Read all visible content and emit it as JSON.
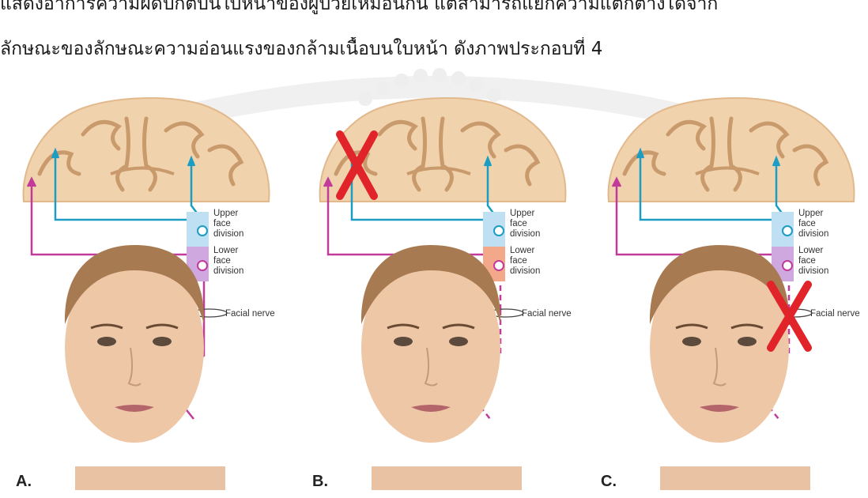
{
  "text": {
    "line1": "แสดงอาการความผิดปกติบนใบหน้าของผู้ป่วยเหมือนกัน แต่สามารถแยกความแตกต่างได้จาก",
    "line2": "ลักษณะของลักษณะความอ่อนแรงของกล้ามเนื้อบนใบหน้า ดังภาพประกอบที่ 4"
  },
  "labels": {
    "upper": [
      "Upper",
      "face",
      "division"
    ],
    "lower": [
      "Lower",
      "face",
      "division"
    ],
    "nerve": "Facial nerve"
  },
  "panels": [
    {
      "letter": "A.",
      "lesion": "none"
    },
    {
      "letter": "B.",
      "lesion": "cortex"
    },
    {
      "letter": "C.",
      "lesion": "facial-nerve"
    }
  ],
  "colors": {
    "upper_pathway": "#1b9dc4",
    "lower_pathway": "#c23a9a",
    "cortex": "#f0d2ad",
    "lesion_mark": "#e0242a"
  }
}
